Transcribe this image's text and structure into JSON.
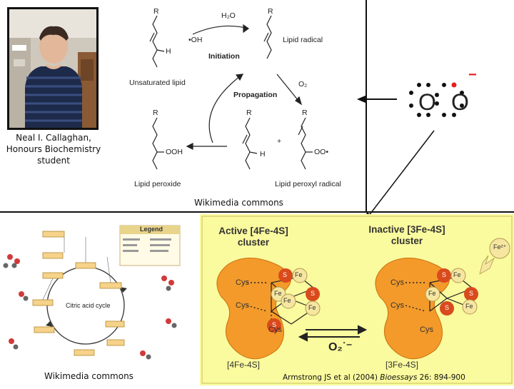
{
  "photo": {
    "caption_line1": "Neal I. Callaghan,",
    "caption_line2": "Honours Biochemistry",
    "caption_line3": "student"
  },
  "peroxidation": {
    "r_label": "R",
    "h_label": "H",
    "ooh_label": "OOH",
    "oo_label": "OO",
    "hydroxyl_label": "•OH",
    "water_label": "H₂O",
    "o2_label": "O₂",
    "plus_label": "+",
    "lipid_radical": "Lipid radical",
    "initiation": "Initiation",
    "unsaturated_lipid": "Unsaturated lipid",
    "propagation": "Propagation",
    "lipid_peroxide": "Lipid peroxide",
    "lipid_peroxyl_radical": "Lipid peroxyl radical",
    "credit": "Wikimedia commons"
  },
  "superoxide": {
    "atom1": "O",
    "atom2": "O",
    "charge": "−",
    "radical_color": "#e02020"
  },
  "citric_cycle": {
    "legend_title": "Legend",
    "center_label": "Citric acid cycle",
    "credit": "Wikimedia commons"
  },
  "iron_sulfur": {
    "active_title_line1": "Active [4Fe-4S]",
    "active_title_line2": "cluster",
    "inactive_title_line1": "Inactive [3Fe-4S]",
    "inactive_title_line2": "cluster",
    "fe_label": "Fe",
    "s_label": "S",
    "cys_label": "Cys",
    "free_fe": "Fe²⁺",
    "oxidant": "O₂˙⁻",
    "active_bottom": "[4Fe-4S]",
    "inactive_bottom": "[3Fe-4S]",
    "background_color": "#fafa9e",
    "protein_color": "#f39a2a",
    "s_color": "#d94a1c"
  },
  "citation": {
    "authors": "Armstrong JS et al (2004) ",
    "journal": "Bioessays",
    "details": " 26: 894-900"
  }
}
